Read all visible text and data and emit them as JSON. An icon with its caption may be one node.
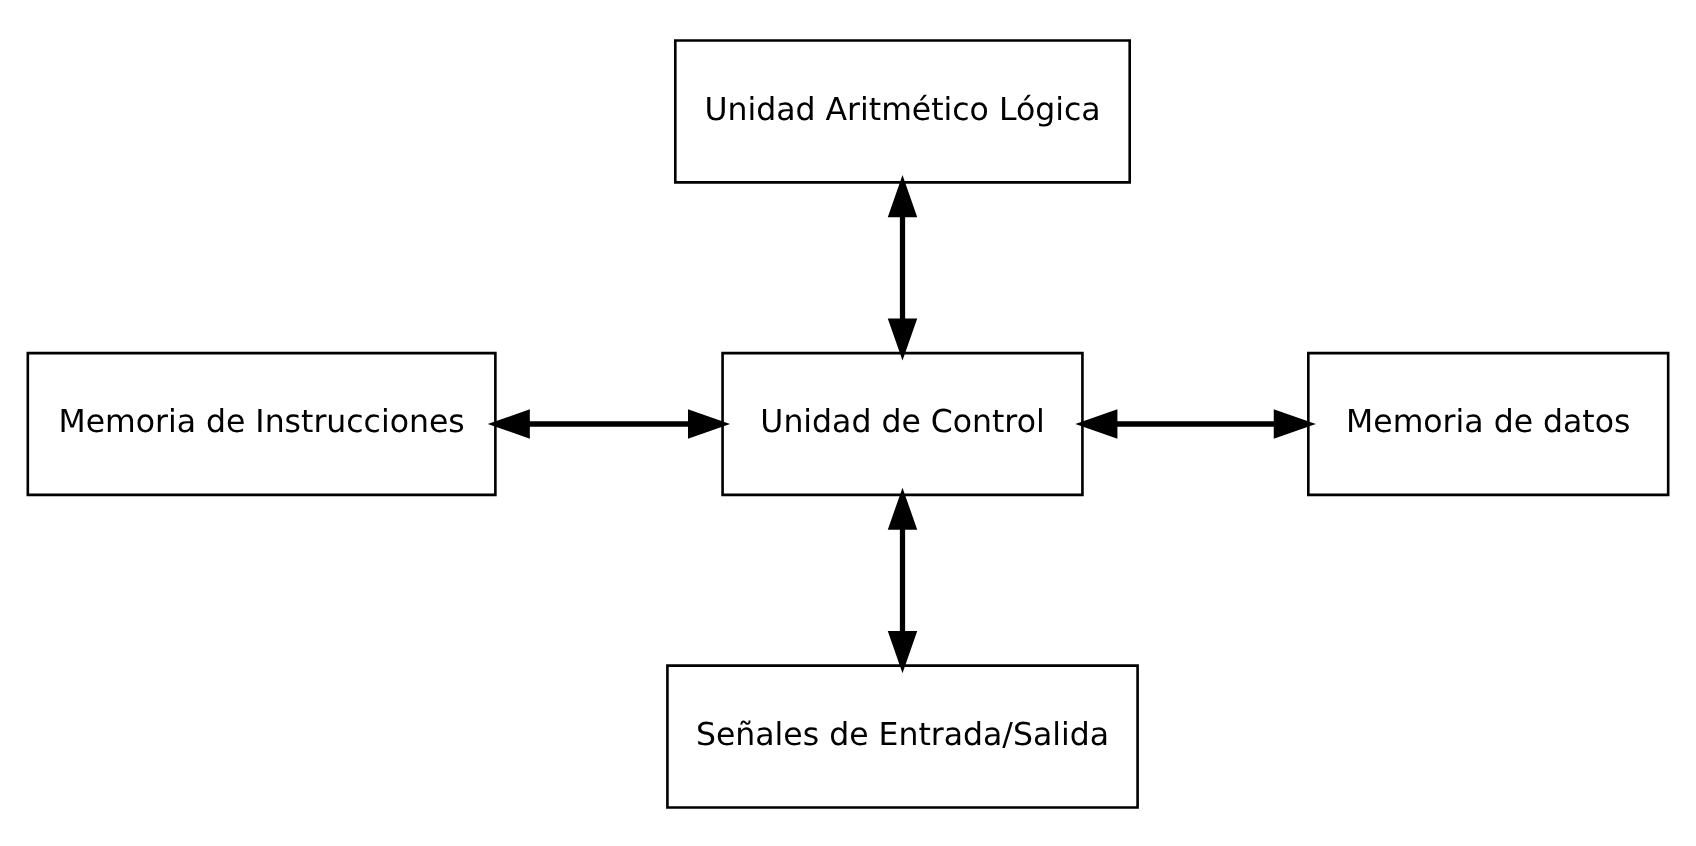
{
  "diagram": {
    "nodes": [
      {
        "text": [
          "Unidad Aritmético Lógica"
        ]
      },
      {
        "text": [
          "Memoria de Instrucciones"
        ]
      },
      {
        "text": [
          "Unidad de Control"
        ]
      },
      {
        "text": [
          "Memoria de datos"
        ]
      },
      {
        "text": [
          "Señales de Entrada/Salida"
        ]
      }
    ],
    "edges": [
      {
        "from": 0,
        "to": 2,
        "arrow": "both"
      },
      {
        "from": 1,
        "to": 2,
        "arrow": "both"
      },
      {
        "from": 2,
        "to": 3,
        "arrow": "both"
      },
      {
        "from": 2,
        "to": 4,
        "arrow": "both"
      }
    ]
  }
}
